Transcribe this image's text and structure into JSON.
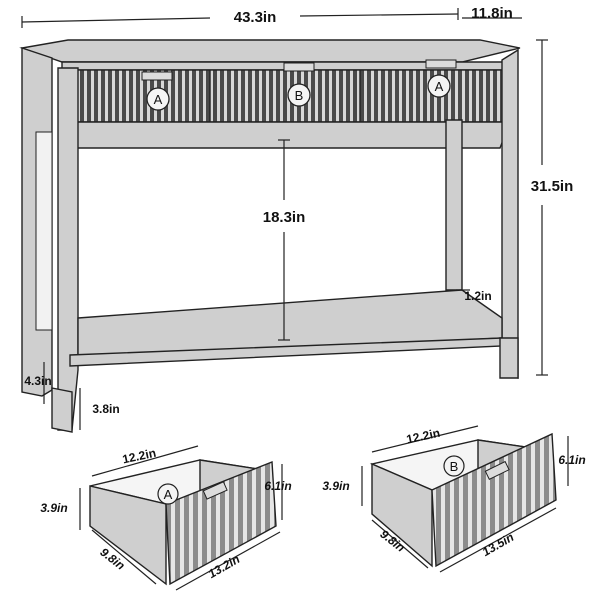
{
  "dimensions": {
    "width": "43.3in",
    "depth": "11.8in",
    "height": "31.5in",
    "shelf_gap": "18.3in",
    "shelf_offset": "1.2in",
    "leg_height": "4.3in",
    "leg_clearance": "3.8in"
  },
  "drawer_labels": {
    "left": "A",
    "center": "B",
    "right": "A"
  },
  "drawer_a": {
    "label": "A",
    "width": "12.2in",
    "depth": "9.8in",
    "inner_height": "3.9in",
    "front_height": "6.1in",
    "front_width": "13.2in"
  },
  "drawer_b": {
    "label": "B",
    "width": "12.2in",
    "depth": "9.8in",
    "inner_height": "3.9in",
    "front_height": "6.1in",
    "front_width": "13.5in"
  },
  "colors": {
    "wood": "#cfcfcf",
    "drawer_front": "#3a3a3a",
    "outline": "#222222"
  }
}
